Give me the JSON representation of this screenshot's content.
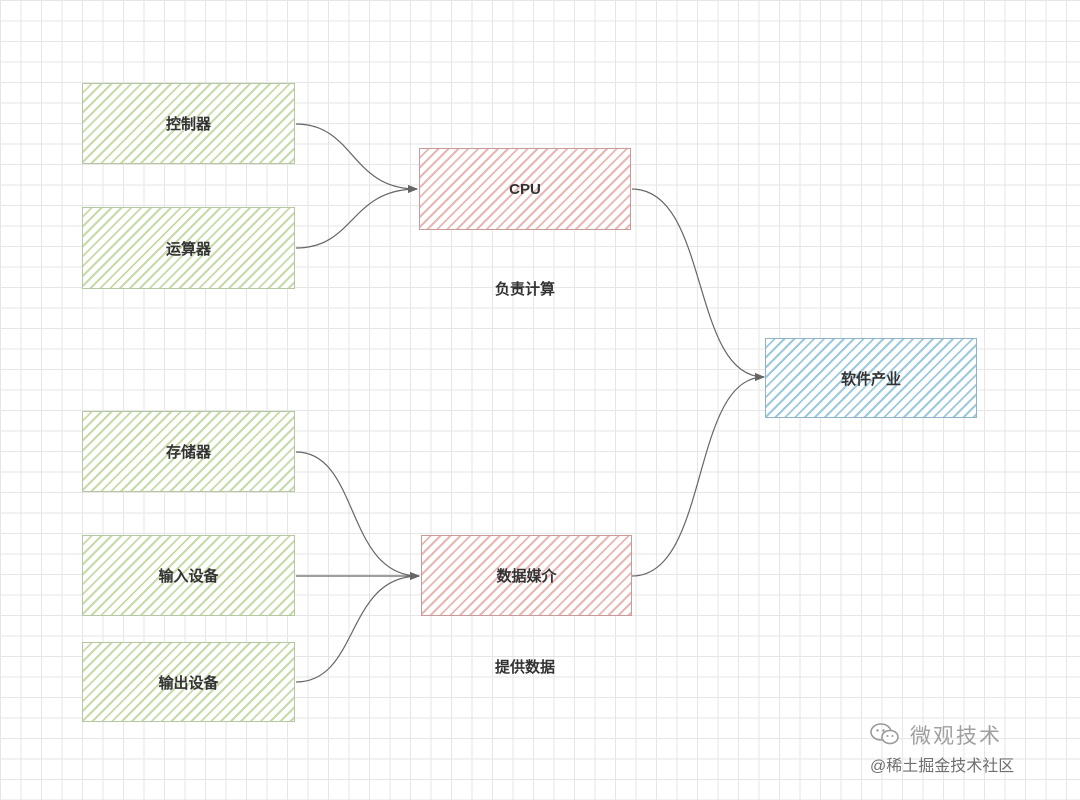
{
  "nodes": {
    "controller": "控制器",
    "alu": "运算器",
    "cpu": "CPU",
    "storage": "存储器",
    "input_device": "输入设备",
    "output_device": "输出设备",
    "data_medium": "数据媒介",
    "software_industry": "软件产业"
  },
  "captions": {
    "cpu_role": "负责计算",
    "medium_role": "提供数据"
  },
  "watermark": {
    "title": "微观技术",
    "subtitle": "@稀土掘金技术社区",
    "icon": "wechat-icon"
  },
  "colors": {
    "green_fill": "#c6dba8",
    "red_fill": "#e8b7b4",
    "blue_fill": "#9cc9dd",
    "edge": "#666666",
    "grid": "#e6e6e6"
  }
}
